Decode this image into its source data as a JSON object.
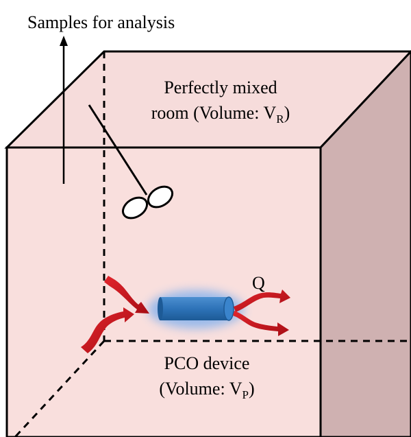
{
  "labels": {
    "samples": "Samples for analysis",
    "room_line1": "Perfectly mixed",
    "room_line2_prefix": "room (Volume: V",
    "room_sub": "R",
    "room_suffix": ")",
    "flow": "Q",
    "device_line1": "PCO device",
    "device_line2_prefix": "(Volume: V",
    "device_sub": "P",
    "device_suffix": ")"
  },
  "colors": {
    "room_front": "#f9dfdd",
    "room_top": "#f6dcdb",
    "room_side": "#cfb1b1",
    "edge": "#000000",
    "device": "#2e73b8",
    "device_glow": "#8fb6ec",
    "flow_arrow": "#c8101a"
  }
}
